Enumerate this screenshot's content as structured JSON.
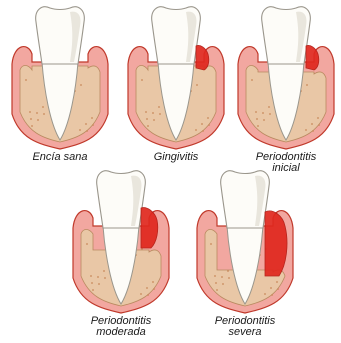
{
  "stages": [
    {
      "id": "healthy",
      "label_lines": [
        "Encía sana"
      ],
      "inflammation": "none",
      "bone_loss": "none"
    },
    {
      "id": "gingivitis",
      "label_lines": [
        "Gingivitis"
      ],
      "inflammation": "gum",
      "bone_loss": "none"
    },
    {
      "id": "initial",
      "label_lines": [
        "Periodontitis",
        "inicial"
      ],
      "inflammation": "gum",
      "bone_loss": "slight"
    },
    {
      "id": "moderate",
      "label_lines": [
        "Periodontitis",
        "moderada"
      ],
      "inflammation": "pocket",
      "bone_loss": "moderate"
    },
    {
      "id": "severe",
      "label_lines": [
        "Periodontitis",
        "severa"
      ],
      "inflammation": "deep-pocket",
      "bone_loss": "severe"
    }
  ],
  "colors": {
    "gum": "#f2a7a0",
    "gum_outline": "#c0392b",
    "bone": "#e9c7a6",
    "bone_dots": "#c98a5c",
    "tooth": "#fdfcf8",
    "tooth_shade": "#e4e0d6",
    "tooth_outline": "#9a968c",
    "inflamed": "#e0281e",
    "inflamed_dark": "#b31a12"
  }
}
